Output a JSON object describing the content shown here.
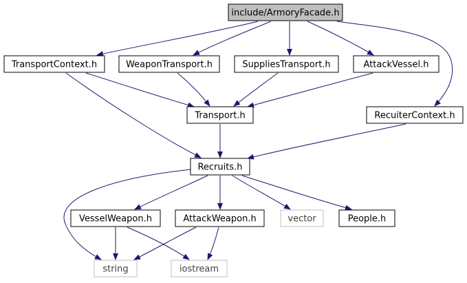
{
  "colors": {
    "edge": "#191970",
    "node_border": "#000000",
    "system_border": "#bfbfbf",
    "root_fill": "#bfbfbf",
    "node_fill": "#ffffff",
    "text": "#000000",
    "system_text": "#3f3f3f"
  },
  "graph": {
    "nodes": [
      {
        "id": "armory",
        "label": "include/ArmoryFacade.h",
        "kind": "root"
      },
      {
        "id": "transport_context",
        "label": "TransportContext.h",
        "kind": "header"
      },
      {
        "id": "weapon_transport",
        "label": "WeaponTransport.h",
        "kind": "header"
      },
      {
        "id": "supplies_transport",
        "label": "SuppliesTransport.h",
        "kind": "header"
      },
      {
        "id": "attack_vessel",
        "label": "AttackVessel.h",
        "kind": "header"
      },
      {
        "id": "transport",
        "label": "Transport.h",
        "kind": "header"
      },
      {
        "id": "recuiter_context",
        "label": "RecuiterContext.h",
        "kind": "header"
      },
      {
        "id": "recruits",
        "label": "Recruits.h",
        "kind": "header"
      },
      {
        "id": "vessel_weapon",
        "label": "VesselWeapon.h",
        "kind": "header"
      },
      {
        "id": "attack_weapon",
        "label": "AttackWeapon.h",
        "kind": "header"
      },
      {
        "id": "vector",
        "label": "vector",
        "kind": "system"
      },
      {
        "id": "people",
        "label": "People.h",
        "kind": "header"
      },
      {
        "id": "string",
        "label": "string",
        "kind": "system"
      },
      {
        "id": "iostream",
        "label": "iostream",
        "kind": "system"
      }
    ],
    "edges": [
      {
        "from": "armory",
        "to": "transport_context"
      },
      {
        "from": "armory",
        "to": "weapon_transport"
      },
      {
        "from": "armory",
        "to": "supplies_transport"
      },
      {
        "from": "armory",
        "to": "attack_vessel"
      },
      {
        "from": "armory",
        "to": "recuiter_context"
      },
      {
        "from": "transport_context",
        "to": "transport"
      },
      {
        "from": "transport_context",
        "to": "recruits"
      },
      {
        "from": "weapon_transport",
        "to": "transport"
      },
      {
        "from": "supplies_transport",
        "to": "transport"
      },
      {
        "from": "attack_vessel",
        "to": "transport"
      },
      {
        "from": "transport",
        "to": "recruits"
      },
      {
        "from": "recuiter_context",
        "to": "recruits"
      },
      {
        "from": "recruits",
        "to": "vessel_weapon"
      },
      {
        "from": "recruits",
        "to": "attack_weapon"
      },
      {
        "from": "recruits",
        "to": "vector"
      },
      {
        "from": "recruits",
        "to": "people"
      },
      {
        "from": "recruits",
        "to": "string"
      },
      {
        "from": "vessel_weapon",
        "to": "string"
      },
      {
        "from": "vessel_weapon",
        "to": "iostream"
      },
      {
        "from": "attack_weapon",
        "to": "string"
      },
      {
        "from": "attack_weapon",
        "to": "iostream"
      }
    ]
  }
}
